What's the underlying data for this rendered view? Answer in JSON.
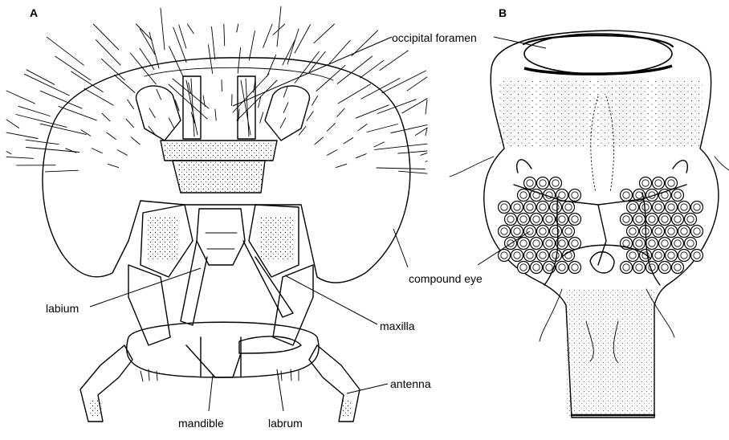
{
  "panels": {
    "a": {
      "letter": "A"
    },
    "b": {
      "letter": "B"
    }
  },
  "labels": {
    "occipital_foramen": "occipital foramen",
    "compound_eye": "compound eye",
    "labium": "labium",
    "maxilla": "maxilla",
    "antenna": "antenna",
    "mandible": "mandible",
    "labrum": "labrum"
  },
  "colors": {
    "ink": "#000000",
    "background": "#ffffff"
  }
}
